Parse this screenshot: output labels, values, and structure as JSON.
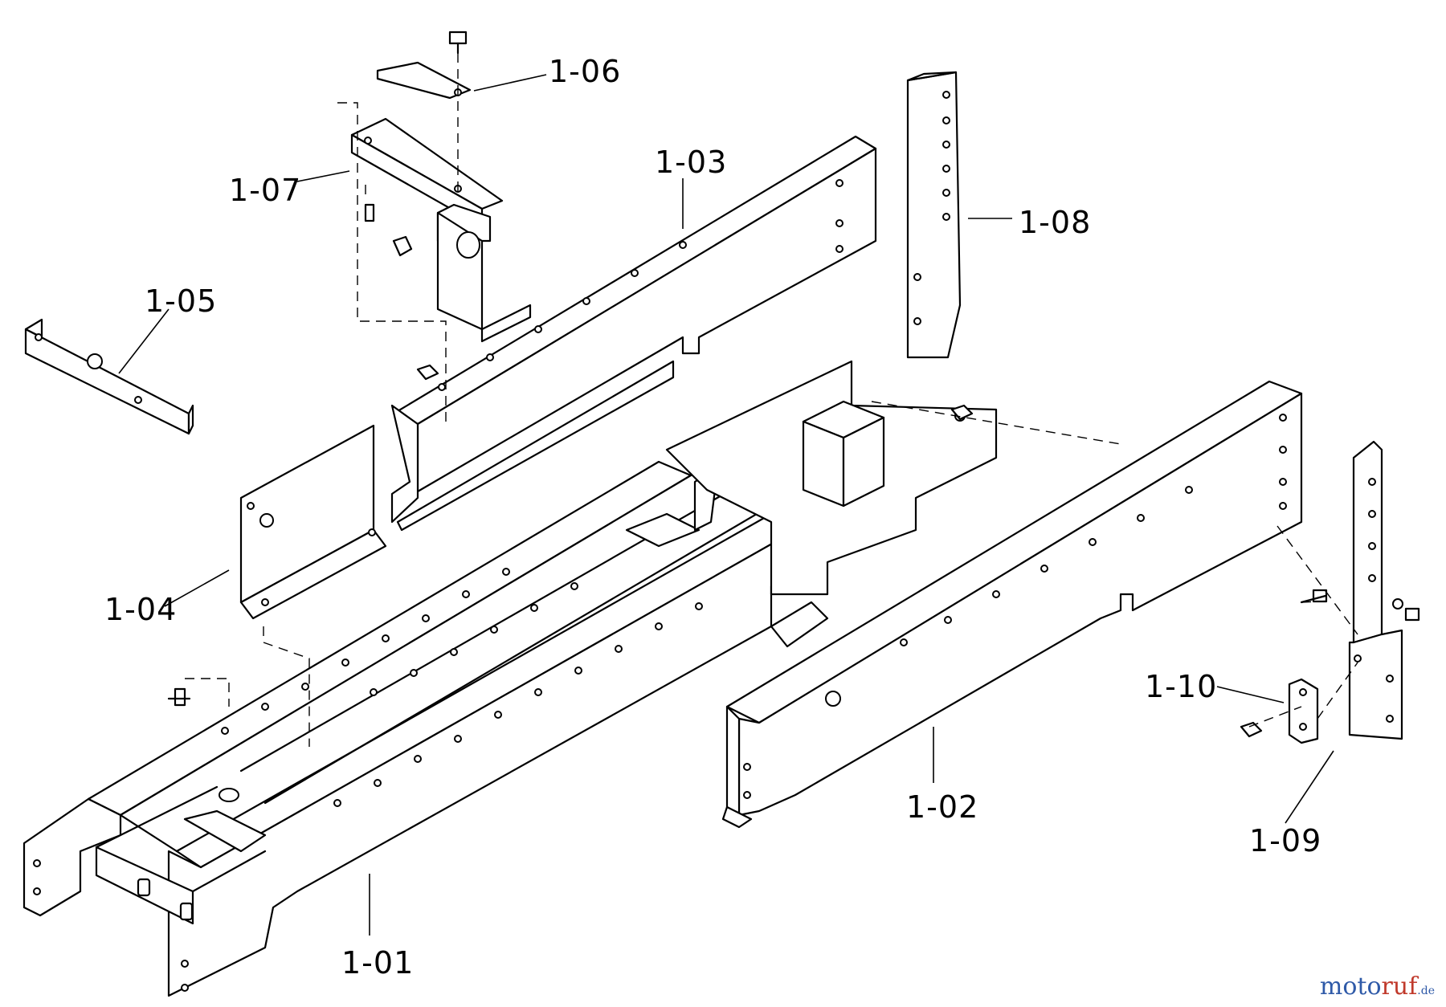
{
  "diagram": {
    "parts": [
      {
        "id": "p101",
        "label": "1-01"
      },
      {
        "id": "p102",
        "label": "1-02"
      },
      {
        "id": "p103",
        "label": "1-03"
      },
      {
        "id": "p104",
        "label": "1-04"
      },
      {
        "id": "p105",
        "label": "1-05"
      },
      {
        "id": "p106",
        "label": "1-06"
      },
      {
        "id": "p107",
        "label": "1-07"
      },
      {
        "id": "p108",
        "label": "1-08"
      },
      {
        "id": "p109",
        "label": "1-09"
      },
      {
        "id": "p110",
        "label": "1-10"
      }
    ]
  },
  "watermark": {
    "part1": "moto",
    "part2": "ruf",
    "part3": ".de"
  }
}
